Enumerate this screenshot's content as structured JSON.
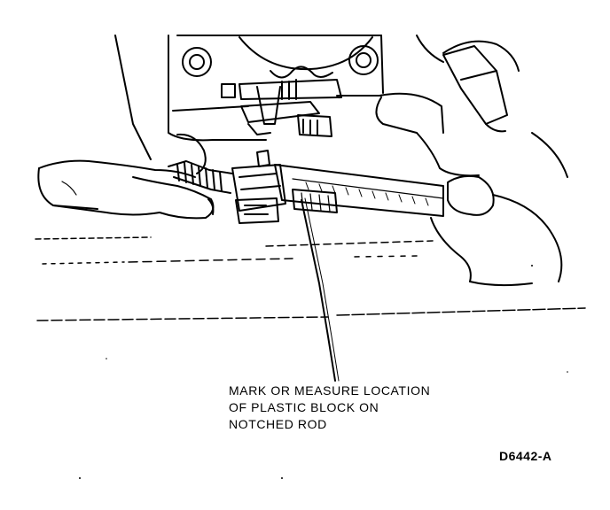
{
  "callout": {
    "line1": "MARK OR MEASURE LOCATION",
    "line2": "OF PLASTIC BLOCK ON",
    "line3": "NOTCHED ROD"
  },
  "figure_id": "D6442-A",
  "colors": {
    "ink": "#000000",
    "paper": "#ffffff"
  }
}
